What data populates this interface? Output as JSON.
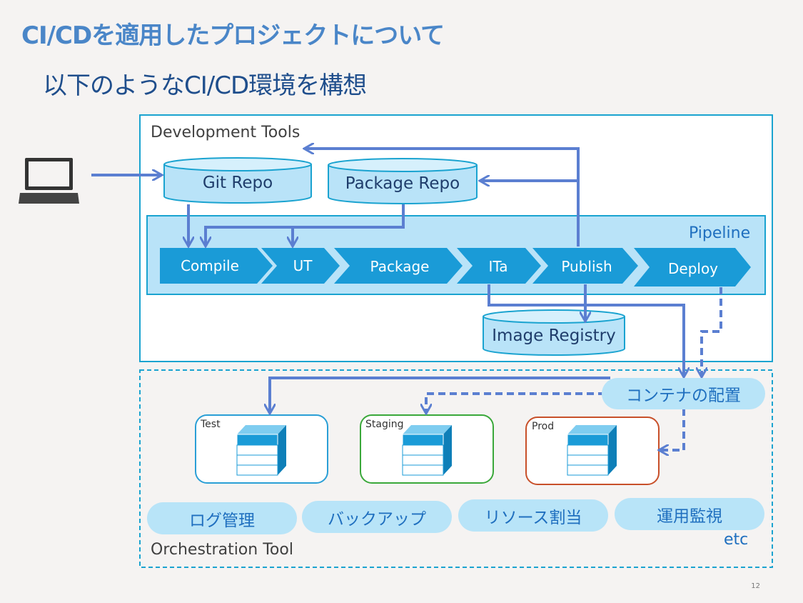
{
  "title": "CI/CDを適用したプロジェクトについて",
  "subtitle": "以下のようなCI/CD環境を構想",
  "dev_tools": {
    "label": "Development Tools",
    "git_repo": "Git Repo",
    "package_repo": "Package Repo",
    "image_registry": "Image Registry"
  },
  "pipeline": {
    "label": "Pipeline",
    "stages": [
      "Compile",
      "UT",
      "Package",
      "ITa",
      "Publish",
      "Deploy"
    ]
  },
  "orchestration": {
    "label": "Orchestration Tool",
    "container_placement": "コンテナの配置",
    "environments": [
      "Test",
      "Staging",
      "Prod"
    ],
    "services": [
      "ログ管理",
      "バックアップ",
      "リソース割当",
      "運用監視"
    ],
    "etc": "etc"
  },
  "page_number": "12",
  "colors": {
    "title": "#4a86c8",
    "arrow": "#5b7fd1",
    "pipeline_stage": "#1a9bd7",
    "env_test": "#2a9fd6",
    "env_staging": "#3aa83a",
    "env_prod": "#c8502a"
  }
}
